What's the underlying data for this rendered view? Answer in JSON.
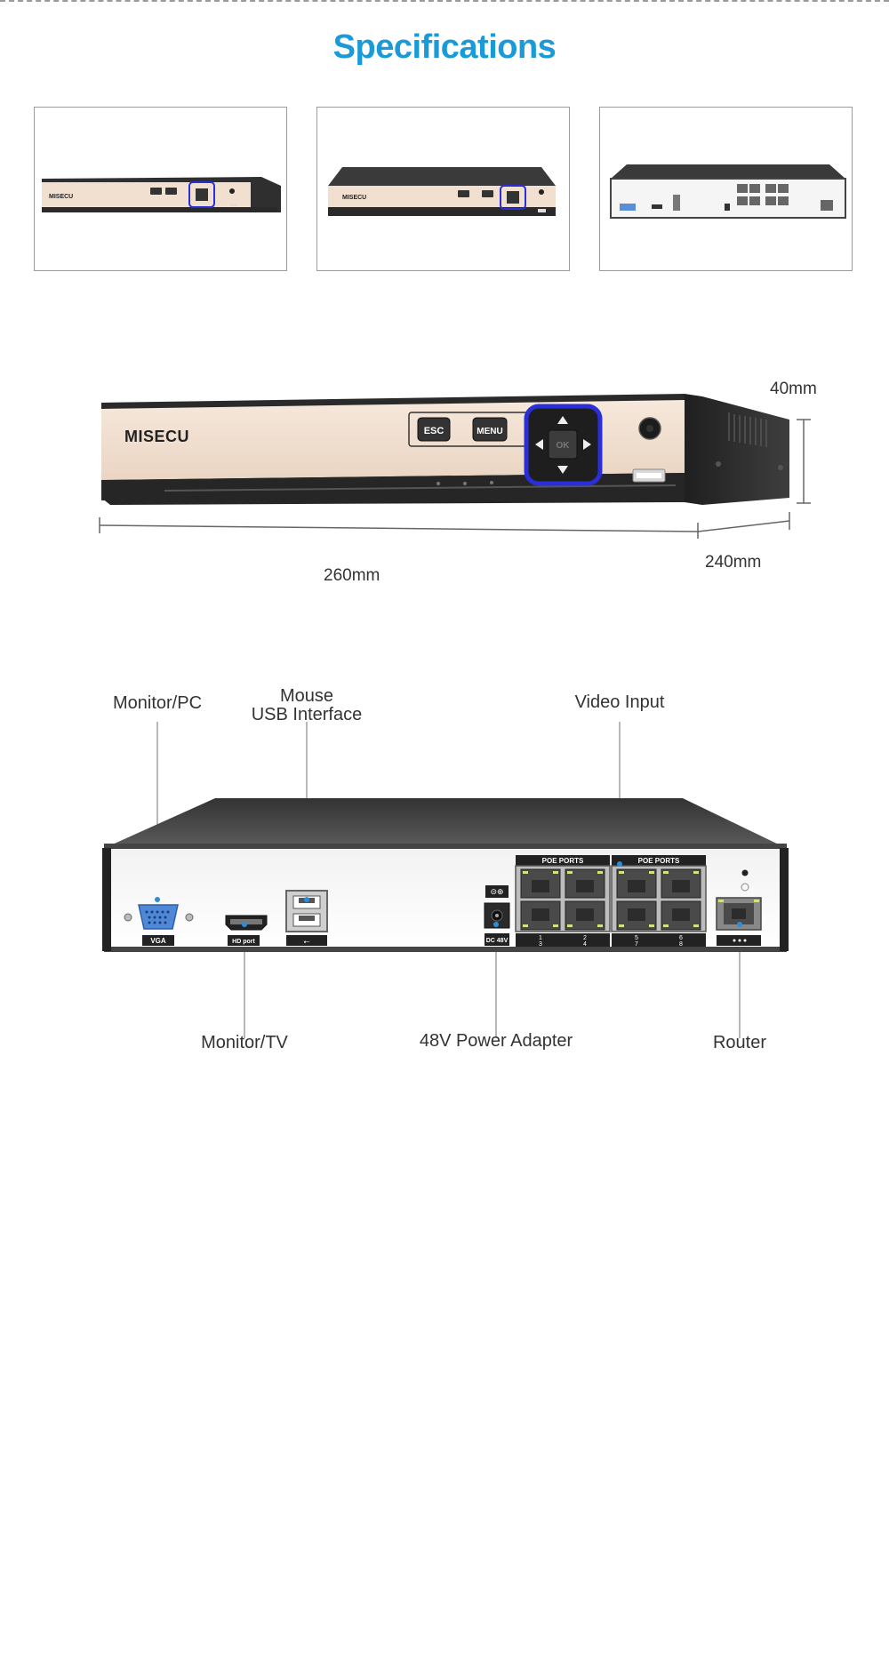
{
  "header": {
    "title": "Specifications"
  },
  "device": {
    "brand": "MISECU",
    "buttons": {
      "esc": "ESC",
      "menu": "MENU",
      "ok": "OK"
    },
    "accent_color": "#2a2ed8"
  },
  "dimensions": {
    "height": "40mm",
    "width": "260mm",
    "depth": "240mm"
  },
  "rear_panel": {
    "port_labels": {
      "vga": "VGA",
      "hdmi": "HD port",
      "dc": "DC 48V",
      "poe": "POE PORTS"
    },
    "port_numbers": [
      "1",
      "2",
      "3",
      "4",
      "5",
      "6",
      "7",
      "8"
    ]
  },
  "callouts": {
    "monitor_pc": "Monitor/PC",
    "mouse_line1": "Mouse",
    "mouse_line2": "USB Interface",
    "video_input": "Video Input",
    "monitor_tv": "Monitor/TV",
    "power_adapter": "48V Power Adapter",
    "router": "Router"
  }
}
